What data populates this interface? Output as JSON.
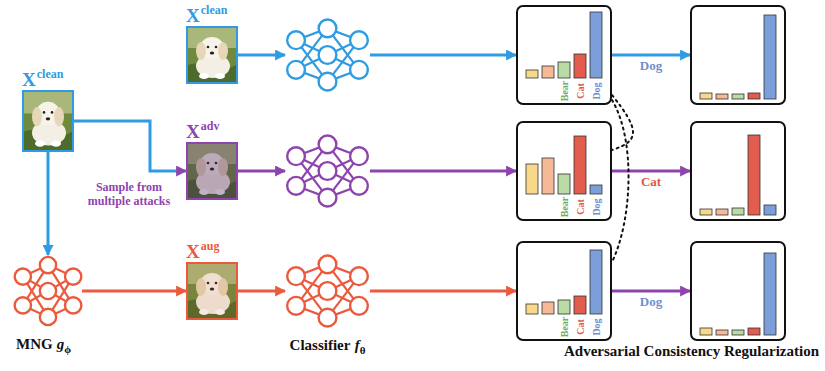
{
  "diagram": {
    "nodes": [
      {
        "text": [
          "X",
          "clean"
        ]
      },
      {
        "text": [
          "X",
          "clean"
        ]
      },
      {
        "text": [
          "X",
          "adv"
        ]
      },
      {
        "text": [
          "X",
          "aug"
        ]
      },
      {
        "text": [
          "MNG",
          "g",
          "ϕ"
        ]
      },
      {
        "text": []
      },
      {
        "text": []
      },
      {
        "text": [
          "Classifier",
          "f",
          "θ"
        ]
      },
      {
        "text": [
          "Bear",
          "Cat",
          "Dog"
        ]
      },
      {
        "text": []
      },
      {
        "text": [
          "Bear",
          "Cat",
          "Dog"
        ]
      },
      {
        "text": []
      },
      {
        "text": [
          "Bear",
          "Cat",
          "Dog"
        ]
      },
      {
        "text": []
      }
    ],
    "edges": [
      {
        "from": 0,
        "to": 2,
        "arrow": "to",
        "label": "Sample from multiple attacks"
      },
      {
        "from": 0,
        "to": 4,
        "arrow": "to"
      },
      {
        "from": 4,
        "to": 3,
        "arrow": "to"
      },
      {
        "from": 1,
        "to": 5,
        "arrow": "to"
      },
      {
        "from": 2,
        "to": 6,
        "arrow": "to"
      },
      {
        "from": 3,
        "to": 7,
        "arrow": "to"
      },
      {
        "from": 5,
        "to": 8,
        "arrow": "to"
      },
      {
        "from": 6,
        "to": 10,
        "arrow": "to"
      },
      {
        "from": 7,
        "to": 12,
        "arrow": "to"
      },
      {
        "from": 8,
        "to": 9,
        "arrow": "to",
        "label": "Dog"
      },
      {
        "from": 10,
        "to": 11,
        "arrow": "to",
        "label": "Cat"
      },
      {
        "from": 12,
        "to": 13,
        "arrow": "to",
        "label": "Dog"
      },
      {
        "from": 8,
        "to": 10,
        "arrow": "none"
      },
      {
        "from": 8,
        "to": 12,
        "arrow": "none"
      }
    ],
    "labels": [
      "Adversarial Consistency Regularization"
    ]
  }
}
